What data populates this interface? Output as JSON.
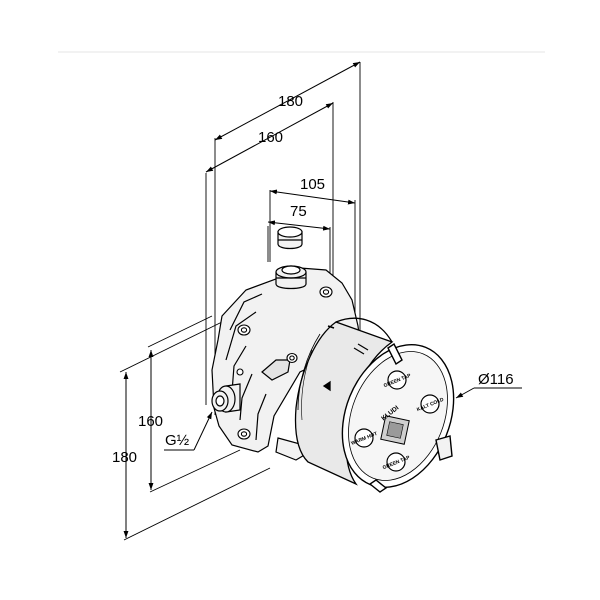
{
  "dimensions": {
    "width_overall": "180",
    "width_inner": "160",
    "depth_outer": "105",
    "depth_inner": "75",
    "height_inner": "160",
    "height_overall": "180",
    "diameter": "Ø116",
    "thread": "G½"
  },
  "cartridge": {
    "brand": "KLUDI",
    "label_top": "GREEN TAP",
    "label_right": "KALT COLD",
    "label_left": "WARM HOT",
    "label_bottom": "GREEN TAP"
  },
  "colors": {
    "line": "#000000",
    "body_shade": "#f2f2f2",
    "cover_shade": "#e9e9e9",
    "plate_shade": "#dcdcdc",
    "background": "#ffffff"
  }
}
